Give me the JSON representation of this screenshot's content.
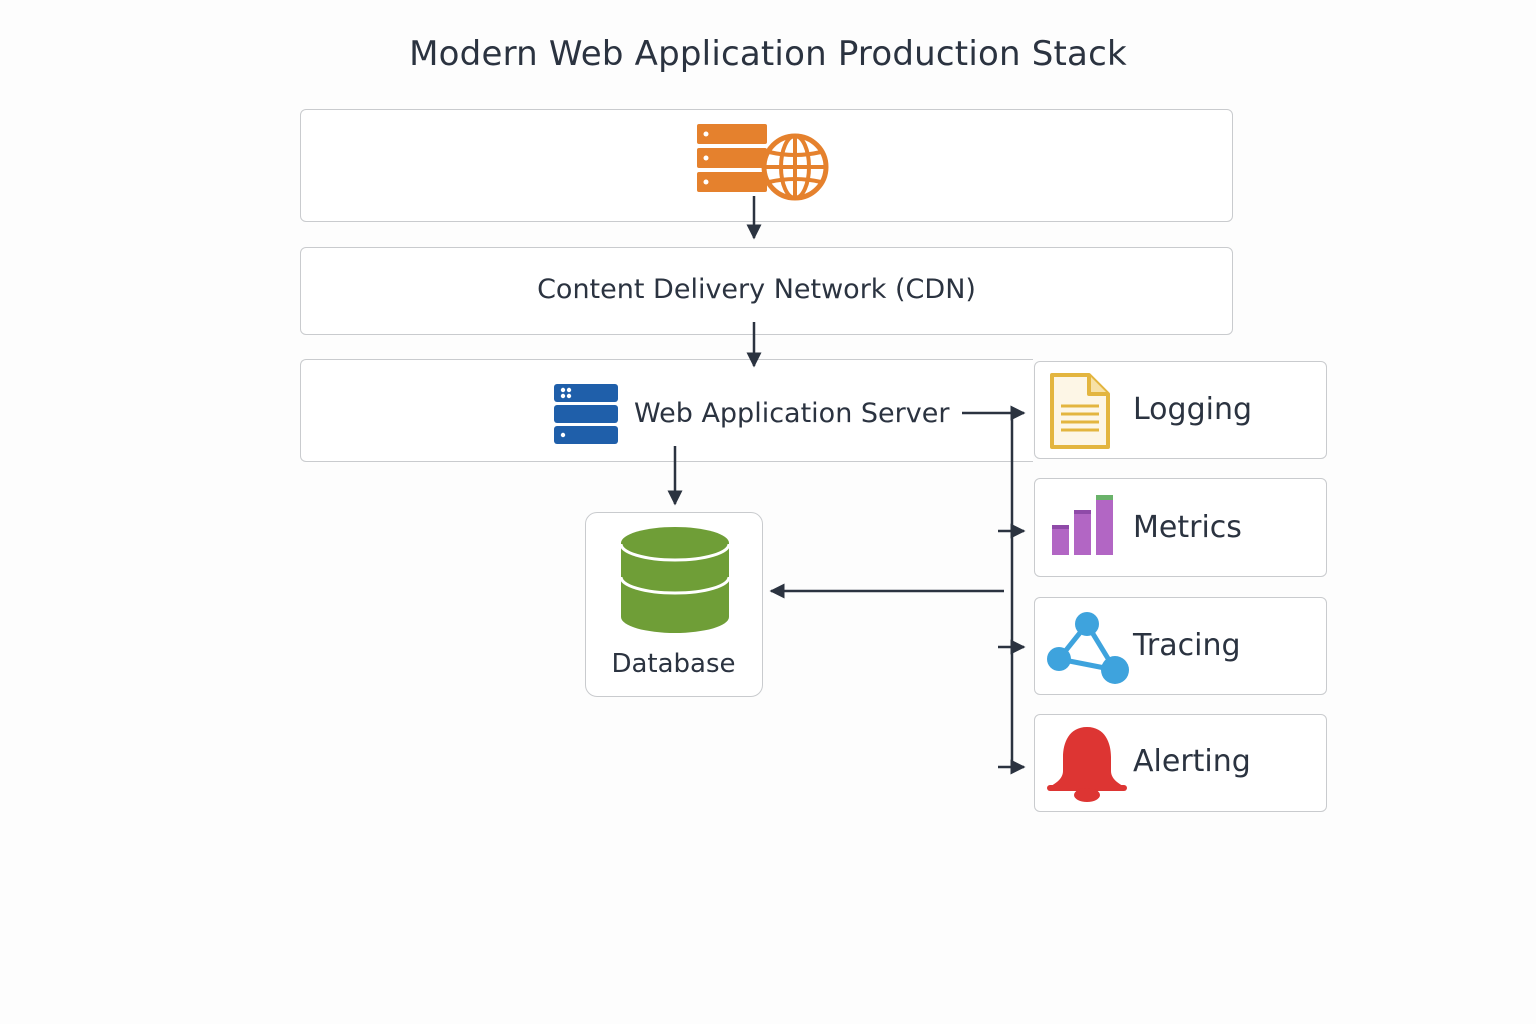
{
  "diagram": {
    "title": "Modern Web Application Production Stack",
    "nodes": {
      "internet": {
        "icon": "server-globe-icon"
      },
      "cdn": {
        "label": "Content Delivery Network (CDN)"
      },
      "app_server": {
        "label": "Web Application Server",
        "icon": "server-icon"
      },
      "database": {
        "label": "Database",
        "icon": "database-icon"
      },
      "logging": {
        "label": "Logging",
        "icon": "document-icon"
      },
      "metrics": {
        "label": "Metrics",
        "icon": "bar-chart-icon"
      },
      "tracing": {
        "label": "Tracing",
        "icon": "network-nodes-icon"
      },
      "alerting": {
        "label": "Alerting",
        "icon": "bell-icon"
      }
    },
    "edges": [
      {
        "from": "internet",
        "to": "cdn"
      },
      {
        "from": "cdn",
        "to": "app_server"
      },
      {
        "from": "app_server",
        "to": "database"
      },
      {
        "from": "app_server",
        "to": "logging"
      },
      {
        "from": "app_server",
        "to": "metrics"
      },
      {
        "from": "app_server",
        "to": "tracing"
      },
      {
        "from": "app_server",
        "to": "alerting"
      },
      {
        "from": "observability_bus",
        "to": "database"
      }
    ],
    "colors": {
      "orange": "#e5812d",
      "blue": "#1f5faa",
      "green": "#6f9e37",
      "gold": "#e3b53f",
      "purple": "#b266c4",
      "sky": "#3ea3dd",
      "red": "#dd3533",
      "line": "#2b3340"
    }
  }
}
